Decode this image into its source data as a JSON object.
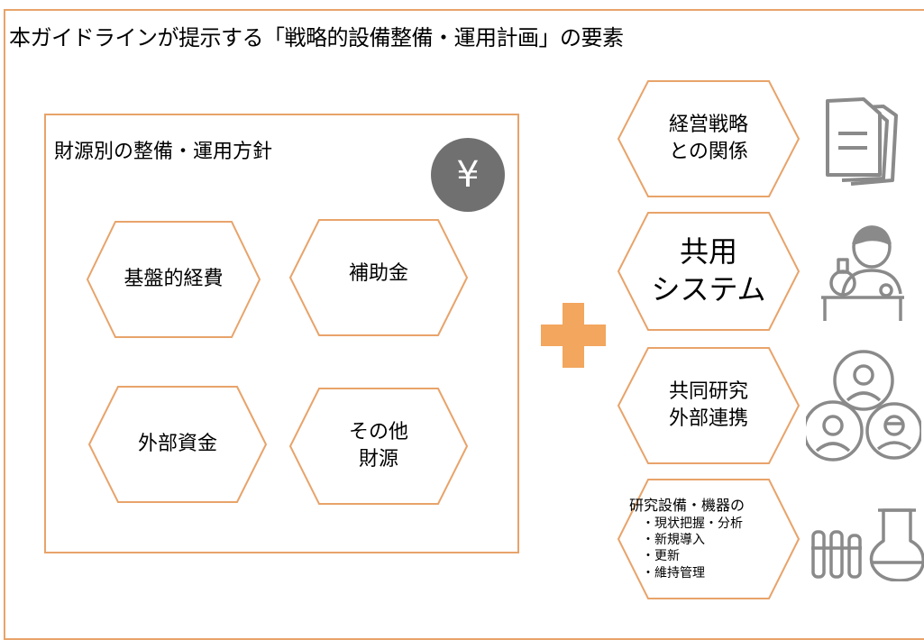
{
  "title": "本ガイドラインが提示する「戦略的設備整備・運用計画」の要素",
  "funding": {
    "title": "財源別の整備・運用方針",
    "yen_symbol": "¥",
    "items": [
      {
        "lines": [
          "基盤的経費"
        ]
      },
      {
        "lines": [
          "補助金"
        ]
      },
      {
        "lines": [
          "外部資金"
        ]
      },
      {
        "lines": [
          "その他",
          "財源"
        ]
      }
    ]
  },
  "elements": [
    {
      "lines": [
        "経営戦略",
        "との関係"
      ],
      "icon": "document-icon"
    },
    {
      "lines": [
        "共用",
        "システム"
      ],
      "icon": "researcher-icon"
    },
    {
      "lines": [
        "共同研究",
        "外部連携"
      ],
      "icon": "people-network-icon"
    },
    {
      "heading": "研究設備・機器の",
      "sub": [
        "・現状把握・分析",
        "・新規導入",
        "・更新",
        "・維持管理"
      ],
      "icon": "lab-flask-icon"
    }
  ],
  "colors": {
    "accent": "#e8a36a",
    "plus": "#f2a65e",
    "icon": "#8a8a8a",
    "yen_bg": "#707070"
  }
}
